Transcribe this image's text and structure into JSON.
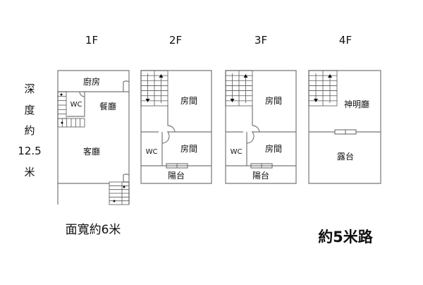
{
  "floors": [
    {
      "label": "1F",
      "rooms": {
        "kitchen": "廚房",
        "wc": "WC",
        "dining": "餐廳",
        "living": "客廳"
      }
    },
    {
      "label": "2F",
      "rooms": {
        "room1": "房間",
        "wc": "WC",
        "room2": "房間",
        "balcony": "陽台"
      }
    },
    {
      "label": "3F",
      "rooms": {
        "room1": "房間",
        "wc": "WC",
        "room2": "房間",
        "balcony": "陽台"
      }
    },
    {
      "label": "4F",
      "rooms": {
        "shrine": "神明廳",
        "terrace": "露台"
      }
    }
  ],
  "depth_label": [
    "深",
    "度",
    "約",
    "12.5",
    "米"
  ],
  "width_label": "面寬約6米",
  "road_label": "約5米路"
}
